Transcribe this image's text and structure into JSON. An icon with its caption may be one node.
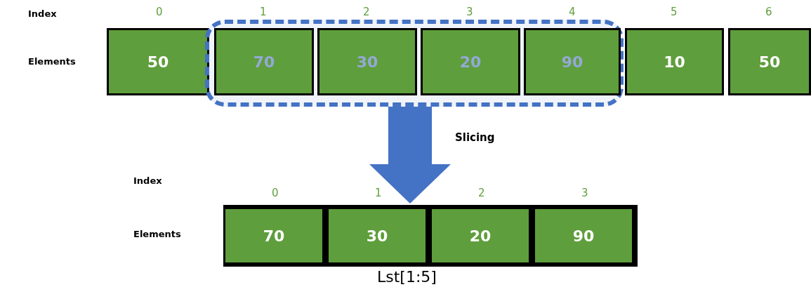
{
  "diagram": {
    "nodes": [
      {
        "text": [
          "50"
        ]
      },
      {
        "text": [],
        "shape": "box"
      },
      {
        "text": [
          "70"
        ],
        "in": 1
      },
      {
        "text": [
          "30"
        ],
        "in": 1
      },
      {
        "text": [
          "20"
        ],
        "in": 1
      },
      {
        "text": [
          "90"
        ],
        "in": 1
      },
      {
        "text": [
          "10"
        ]
      },
      {
        "text": [
          "50"
        ]
      },
      {
        "text": [],
        "shape": "box"
      },
      {
        "text": [
          "70"
        ],
        "in": 8
      },
      {
        "text": [
          "30"
        ],
        "in": 8
      },
      {
        "text": [
          "20"
        ],
        "in": 8
      },
      {
        "text": [
          "90"
        ],
        "in": 8
      }
    ],
    "edges": [
      {
        "from": 1,
        "to": 8,
        "label": "Slicing",
        "arrow": "to"
      }
    ],
    "labels": [
      "Index",
      "0",
      "1",
      "2",
      "3",
      "4",
      "5",
      "6",
      "Elements",
      "Index",
      "0",
      "1",
      "2",
      "3",
      "Elements",
      "Lst[1:5]"
    ]
  }
}
